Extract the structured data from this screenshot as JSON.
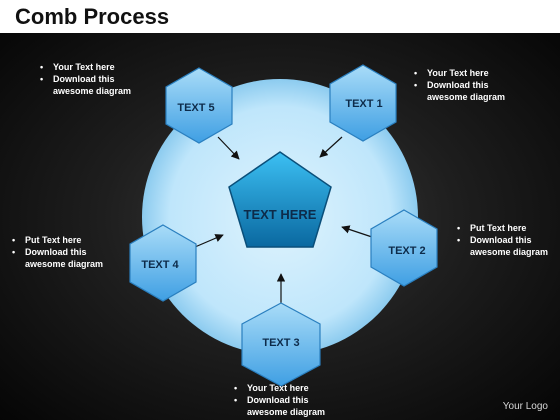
{
  "title": "Comb Process",
  "center_label": "TEXT HERE",
  "nodes": [
    {
      "id": "text-1",
      "label": "TEXT 1"
    },
    {
      "id": "text-2",
      "label": "TEXT 2"
    },
    {
      "id": "text-3",
      "label": "TEXT 3"
    },
    {
      "id": "text-4",
      "label": "TEXT 4"
    },
    {
      "id": "text-5",
      "label": "TEXT 5"
    }
  ],
  "notes": {
    "top_left": [
      "Your Text here",
      "Download this awesome diagram"
    ],
    "top_right": [
      "Your Text here",
      "Download this awesome diagram"
    ],
    "right": [
      "Put Text here",
      "Download this awesome diagram"
    ],
    "left": [
      "Put Text here",
      "Download this awesome diagram"
    ],
    "bottom": [
      "Your Text here",
      "Download this awesome diagram"
    ]
  },
  "logo": "Your Logo",
  "colors": {
    "ring": "#bfe6fb",
    "hexagon_light": "#9bd6f6",
    "hexagon_dark": "#4aa8e8",
    "pentagon_light": "#39b9f0",
    "pentagon_dark": "#0b6fa6",
    "label_text": "#0d2b4a"
  }
}
